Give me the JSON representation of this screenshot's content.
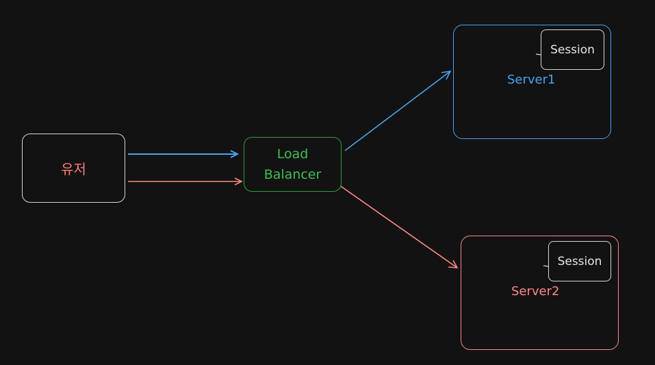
{
  "nodes": {
    "user": {
      "label": "유저"
    },
    "load_balancer": {
      "line1": "Load",
      "line2": "Balancer"
    },
    "server1": {
      "label": "Server1",
      "session_label": "Session"
    },
    "server2": {
      "label": "Server2",
      "session_label": "Session"
    }
  },
  "colors": {
    "background": "#121212",
    "blue": "#4aa3ef",
    "red": "#ff8787",
    "green": "#2f9e44",
    "white_stroke": "#d9d9d9"
  },
  "edges": [
    {
      "from": "user",
      "to": "load_balancer",
      "color": "blue"
    },
    {
      "from": "user",
      "to": "load_balancer",
      "color": "red"
    },
    {
      "from": "load_balancer",
      "to": "server1",
      "color": "blue"
    },
    {
      "from": "load_balancer",
      "to": "server2",
      "color": "red"
    }
  ]
}
